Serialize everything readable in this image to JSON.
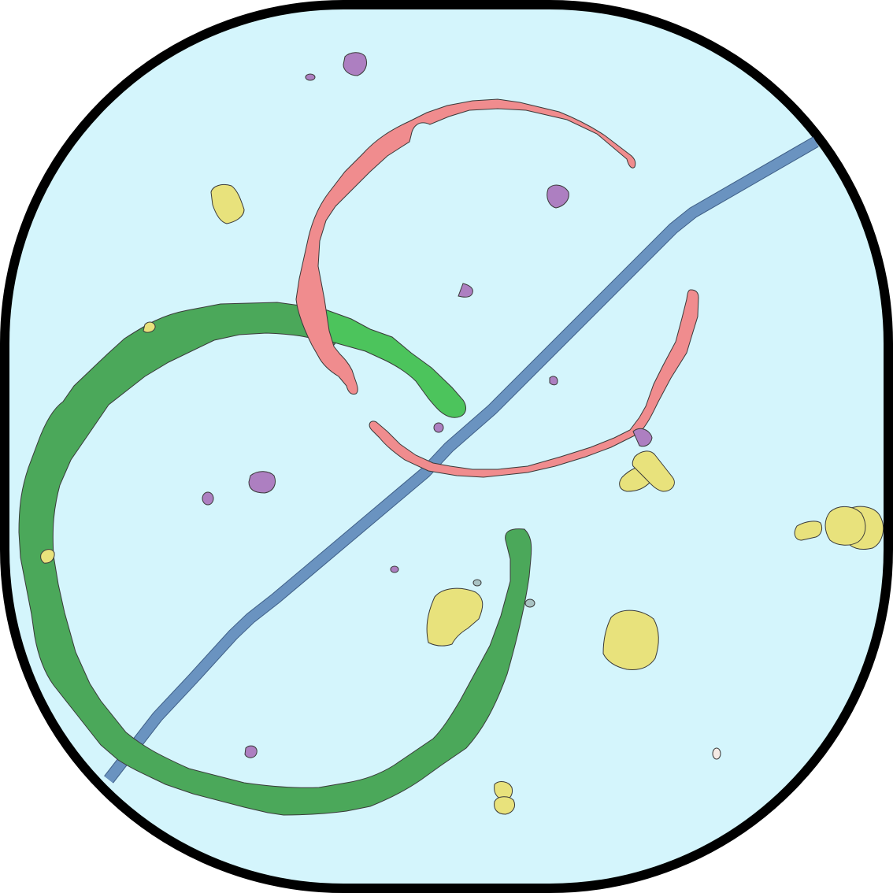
{
  "colors": {
    "frame_border": "#000000",
    "background": "#d4f5fc",
    "strand_blue": "#6a93c0",
    "strand_green_dark": "#4ba85a",
    "strand_green_light": "#4cc45c",
    "strand_pink": "#f08c8e",
    "blob_yellow": "#e8e27c",
    "blob_purple": "#ad7fc1",
    "blob_grey": "#a9c3c4",
    "blob_white": "#f5ebe5"
  },
  "elements": {
    "strands": [
      "blue-strand",
      "green-strand",
      "pink-strand"
    ],
    "particles": [
      "yellow-blob",
      "purple-dot",
      "grey-dot",
      "white-dot"
    ]
  }
}
